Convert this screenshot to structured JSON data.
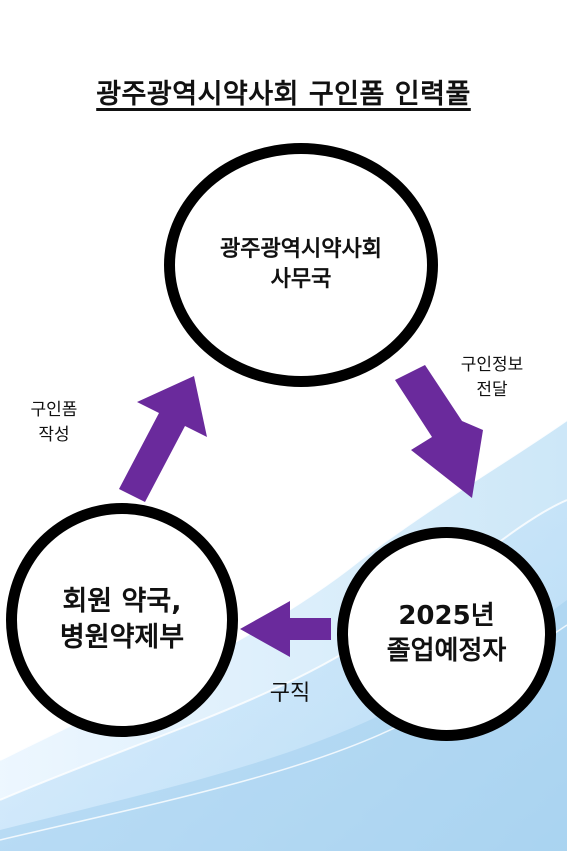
{
  "title": "광주광역시약사회 구인폼 인력풀",
  "nodes": {
    "top": {
      "line1": "광주광역시약사회",
      "line2": "사무국"
    },
    "right": {
      "line1": "2025년",
      "line2": "졸업예정자"
    },
    "left": {
      "line1": "회원 약국,",
      "line2": "병원약제부"
    }
  },
  "edges": {
    "top_to_right": {
      "line1": "구인정보",
      "line2": "전달"
    },
    "left_to_top": {
      "line1": "구인폼",
      "line2": "작성"
    },
    "right_to_left": {
      "label": "구직"
    }
  },
  "colors": {
    "arrow": "#6a2a9c",
    "circle_border": "#000000",
    "wave": "#bfe0f5"
  }
}
